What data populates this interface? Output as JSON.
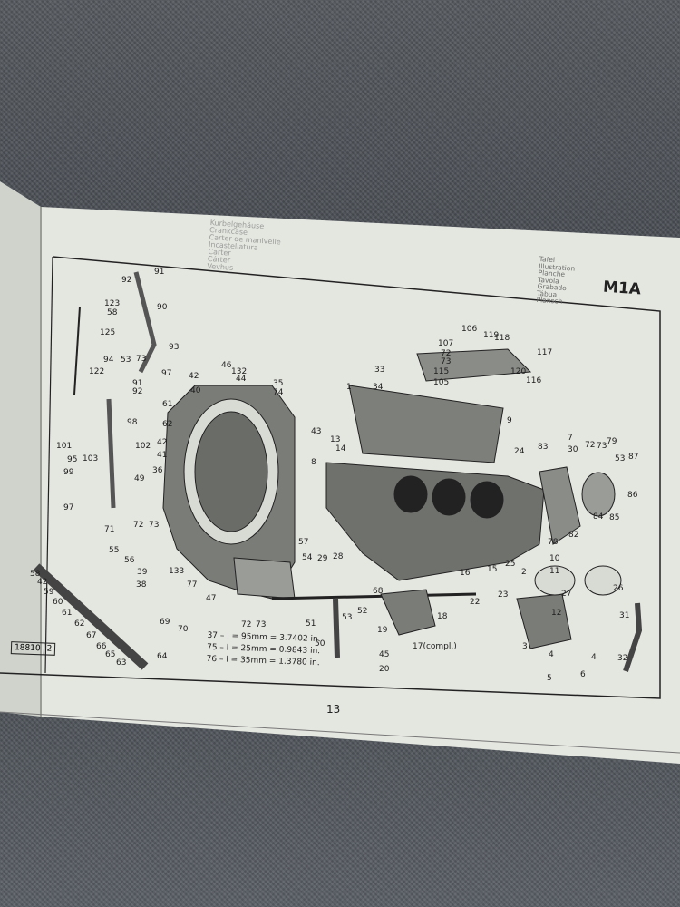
{
  "header": {
    "section_names": [
      "Kurbelgehäuse",
      "Crankcase",
      "Carter de manivelle",
      "Incastellatura",
      "Carter",
      "Cárter",
      "Vevhus"
    ],
    "plate_names": [
      "Tafel",
      "Illustration",
      "Planche",
      "Tavola",
      "Grabado",
      "Tábua",
      "Plansch"
    ],
    "plate_id": "M1A"
  },
  "footer": {
    "catalog_code": [
      "18810",
      "2"
    ],
    "page_number": "13",
    "notes": [
      "37 – l = 95mm = 3.7402 in.",
      "75 – l = 25mm = 0.9843 in.",
      "76 – l = 35mm = 1.3780 in."
    ]
  },
  "parts": [
    "91",
    "92",
    "90",
    "123",
    "58",
    "125",
    "93",
    "94",
    "53",
    "73",
    "122",
    "97",
    "91",
    "92",
    "98",
    "101",
    "95",
    "103",
    "102",
    "99",
    "97",
    "49",
    "71",
    "72",
    "73",
    "46",
    "132",
    "44",
    "42",
    "40",
    "61",
    "62",
    "42",
    "41",
    "36",
    "35",
    "74",
    "43",
    "33",
    "34",
    "1",
    "13",
    "14",
    "8",
    "106",
    "107",
    "72",
    "73",
    "119",
    "118",
    "117",
    "115",
    "105",
    "120",
    "116",
    "9",
    "24",
    "83",
    "7",
    "30",
    "72",
    "73",
    "79",
    "53",
    "87",
    "86",
    "84",
    "85",
    "82",
    "78",
    "55",
    "56",
    "39",
    "38",
    "133",
    "58",
    "42",
    "59",
    "60",
    "61",
    "62",
    "67",
    "66",
    "65",
    "63",
    "64",
    "57",
    "54",
    "29",
    "28",
    "77",
    "47",
    "69",
    "70",
    "72",
    "73",
    "51",
    "50",
    "53",
    "52",
    "68",
    "16",
    "15",
    "25",
    "2",
    "10",
    "11",
    "22",
    "23",
    "27",
    "26",
    "19",
    "18",
    "17(compl.)",
    "45",
    "20",
    "12",
    "3",
    "4",
    "4",
    "5",
    "6",
    "31",
    "32"
  ]
}
